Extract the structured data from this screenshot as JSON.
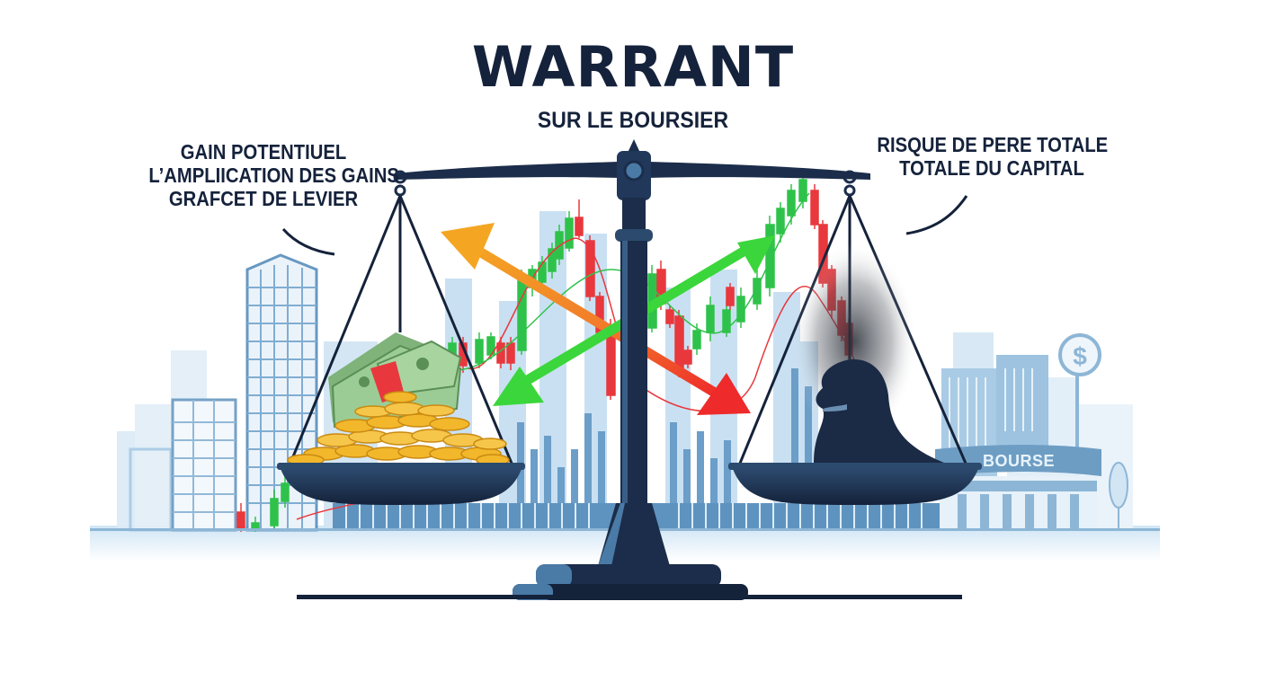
{
  "header": {
    "title": "WARRANT",
    "subtitle": "SUR LE BOURSIER"
  },
  "left_pan": {
    "caption_lines": [
      "GAIN POTENTIUEL",
      "L’AMPLIICATION DES GAINS",
      "GRAFCET DE LEVIER"
    ],
    "contents": "gold coins and banknote stack"
  },
  "right_pan": {
    "caption_lines": [
      "RISQUE DE PERE TOTALE",
      "TOTALE DU CAPITAL"
    ],
    "contents": "dark loss silhouette"
  },
  "building_sign": "BOURSE",
  "icons": {
    "dollar_sign": "$"
  },
  "colors": {
    "title": "#15223b",
    "scale": "#1b2d4a",
    "scale_highlight": "#4a7aa6",
    "sky_bars": "#b9d7ee",
    "bars_dark": "#5f93bf",
    "up_candle": "#2fc24a",
    "down_candle": "#e8383d",
    "arrow_orange": "#f4a623",
    "arrow_green": "#3bd63b",
    "arrow_red": "#ee2a2a",
    "coins": "#f2b72b",
    "bills": "#7fb37a"
  }
}
